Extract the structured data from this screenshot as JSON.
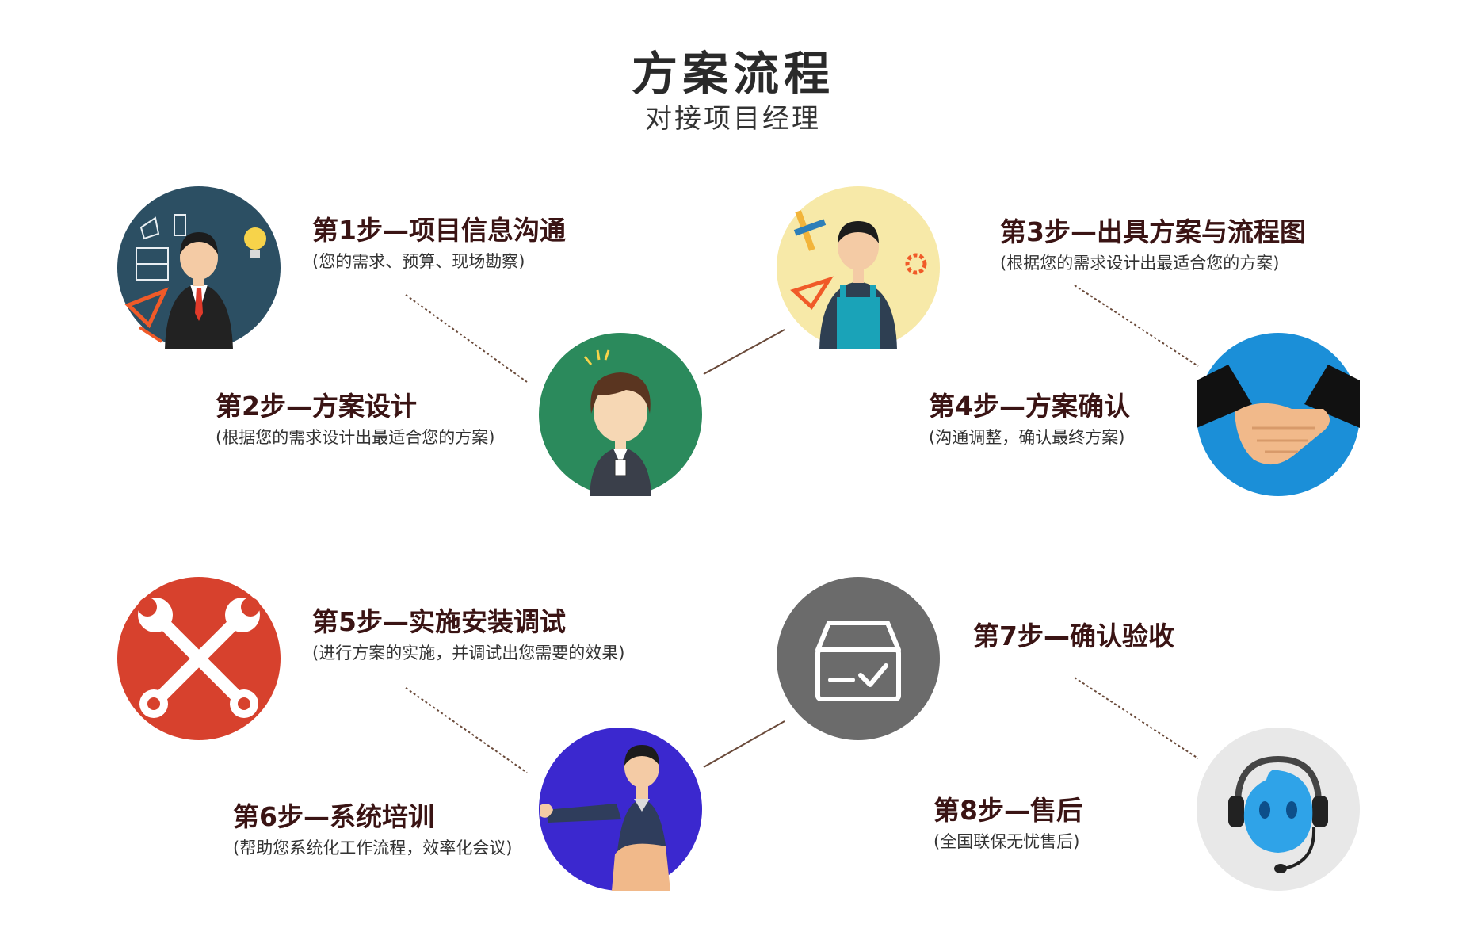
{
  "header": {
    "title": "方案流程",
    "subtitle": "对接项目经理"
  },
  "steps": [
    {
      "title": "第1步—项目信息沟通",
      "desc": "(您的需求、预算、现场勘察)",
      "icon": "businessman-icon",
      "color": "#2c4f63"
    },
    {
      "title": "第2步—方案设计",
      "desc": "(根据您的需求设计出最适合您的方案)",
      "icon": "designer-icon",
      "color": "#2b8a5c"
    },
    {
      "title": "第3步—出具方案与流程图",
      "desc": "(根据您的需求设计出最适合您的方案)",
      "icon": "engineer-icon",
      "color": "#f7e9a8"
    },
    {
      "title": "第4步—方案确认",
      "desc": "(沟通调整，确认最终方案)",
      "icon": "handshake-icon",
      "color": "#1b8fd8"
    },
    {
      "title": "第5步—实施安装调试",
      "desc": "(进行方案的实施，并调试出您需要的效果)",
      "icon": "wrench-icon",
      "color": "#d7412d"
    },
    {
      "title": "第6步—系统培训",
      "desc": "(帮助您系统化工作流程，效率化会议)",
      "icon": "presenter-icon",
      "color": "#3b28cf"
    },
    {
      "title": "第7步—确认验收",
      "desc": "",
      "icon": "checkbox-icon",
      "color": "#6b6b6b"
    },
    {
      "title": "第8步—售后",
      "desc": "(全国联保无忧售后)",
      "icon": "support-headset-icon",
      "color": "#e8e8e8"
    }
  ]
}
